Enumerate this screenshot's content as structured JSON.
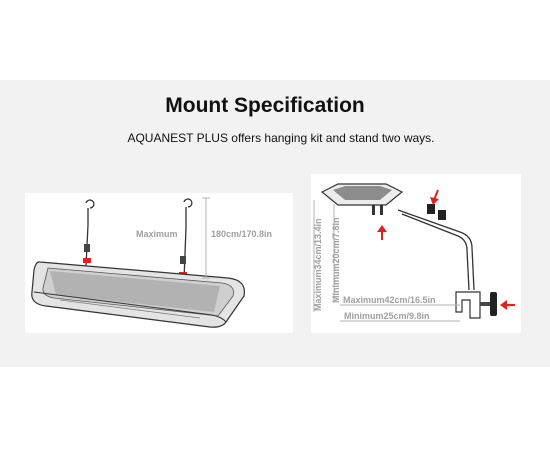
{
  "heading": {
    "title": "Mount Specification",
    "subtitle": "AQUANEST PLUS offers hanging kit and stand two ways."
  },
  "hanging_kit": {
    "label_maximum": "Maximum",
    "label_length": "180cm/170.8in"
  },
  "stand": {
    "label_vertical_max": "Maximum34cm/13.4in",
    "label_vertical_min": "Minimum20cm/7.8in",
    "label_horizontal_max": "Maximum42cm/16.5in",
    "label_horizontal_min": "Minimum25cm/9.8in"
  },
  "colors": {
    "accent_arrow": "#e0201a",
    "dimension_text": "#a0a0a0",
    "background_band": "#f2f2f2"
  }
}
